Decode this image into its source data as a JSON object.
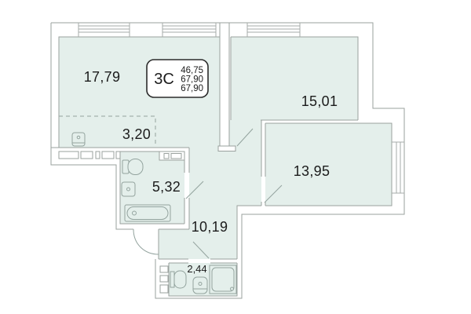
{
  "plan": {
    "badge": {
      "type": "3C",
      "areas": [
        "46,75",
        "67,90",
        "67,90"
      ]
    },
    "rooms": [
      {
        "name": "living-room",
        "area": "17,79"
      },
      {
        "name": "bedroom-1",
        "area": "15,01"
      },
      {
        "name": "kitchen-zone",
        "area": "3,20"
      },
      {
        "name": "bedroom-2",
        "area": "13,95"
      },
      {
        "name": "bathroom",
        "area": "5,32"
      },
      {
        "name": "hallway",
        "area": "10,19"
      },
      {
        "name": "wc",
        "area": "2,44"
      }
    ],
    "colors": {
      "room_fill": "#e4efeb",
      "wall_line": "#9aa19e",
      "badge_border": "#2b2b2b",
      "text": "#1b1b1b"
    }
  }
}
